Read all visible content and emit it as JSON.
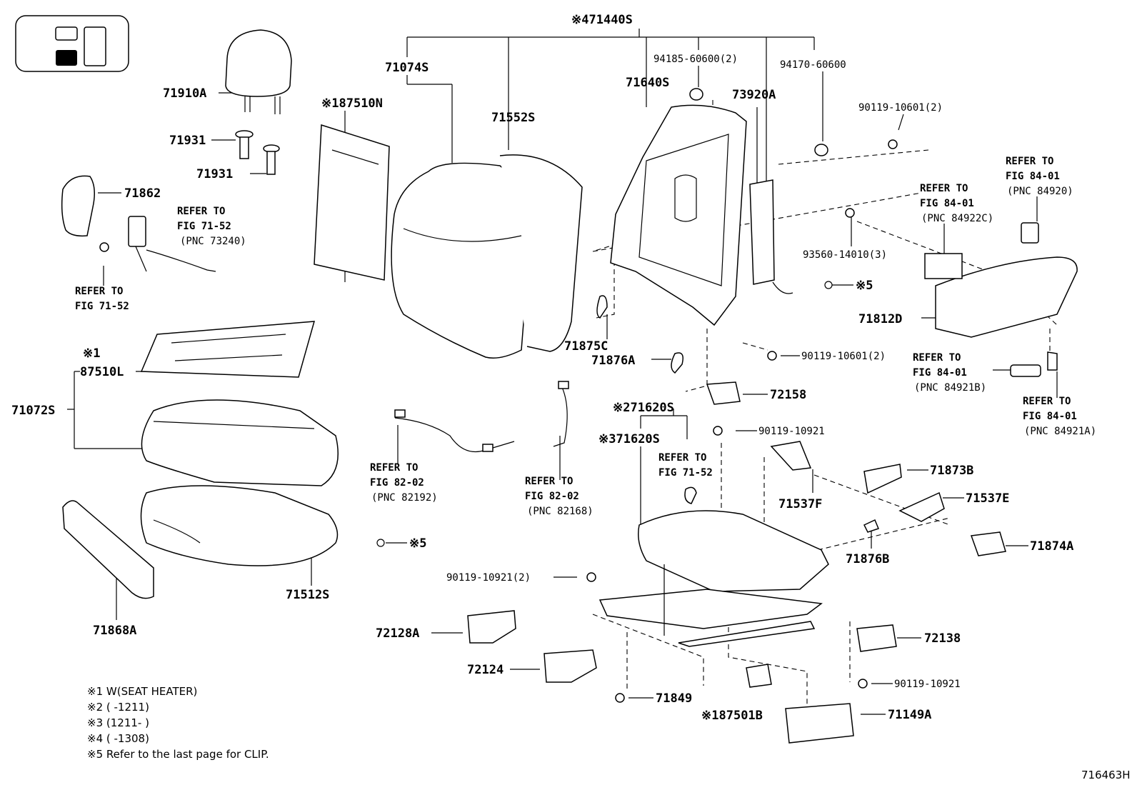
{
  "drawing_id": "716463H",
  "parts": {
    "p71440S": {
      "mark": "※4",
      "num": "71440S"
    },
    "p71074S": "71074S",
    "p87510N": {
      "mark": "※1",
      "num": "87510N"
    },
    "p71552S": "71552S",
    "p71640S": "71640S",
    "p73920A": "73920A",
    "p94185": "94185-60600(2)",
    "p94170": "94170-60600",
    "p90119_10601_top": "90119-10601(2)",
    "p71910A": "71910A",
    "p71931a": "71931",
    "p71931b": "71931",
    "p71862": "71862",
    "p93560": "93560-14010(3)",
    "p71812D": "71812D",
    "p71875C": "71875C",
    "p71876A": "71876A",
    "p90119_10601_mid": "90119-10601(2)",
    "p87510L": {
      "mark": "※1",
      "num": "87510L"
    },
    "p71072S": "71072S",
    "p72158": "72158",
    "p71620S_2": {
      "mark": "※2",
      "num": "71620S"
    },
    "p71620S_3": {
      "mark": "※3",
      "num": "71620S"
    },
    "p90119_10921_a": "90119-10921",
    "p71873B": "71873B",
    "p71537E": "71537E",
    "p71537F": "71537F",
    "p71874A": "71874A",
    "p71876B": "71876B",
    "p71512S": "71512S",
    "p71868A": "71868A",
    "p90119_10921_2": "90119-10921(2)",
    "p72128A": "72128A",
    "p72124": "72124",
    "p72138": "72138",
    "p90119_10921_b": "90119-10921",
    "p71849": "71849",
    "p87501B": {
      "mark": "※1",
      "num": "87501B"
    },
    "p71149A": "71149A",
    "clip5a": "※5",
    "clip5b": "※5"
  },
  "refs": {
    "r71_52_top": [
      "REFER TO",
      "FIG 71-52",
      "(PNC 73240)"
    ],
    "r71_52_left": [
      "REFER TO",
      "FIG 71-52"
    ],
    "r84_84920": [
      "REFER TO",
      "FIG 84-01",
      "(PNC 84920)"
    ],
    "r84_84922C": [
      "REFER TO",
      "FIG 84-01",
      "(PNC 84922C)"
    ],
    "r84_84921B": [
      "REFER TO",
      "FIG 84-01",
      "(PNC 84921B)"
    ],
    "r84_84921A": [
      "REFER TO",
      "FIG 84-01",
      "(PNC 84921A)"
    ],
    "r82_82192": [
      "REFER TO",
      "FIG 82-02",
      "(PNC 82192)"
    ],
    "r82_82168": [
      "REFER TO",
      "FIG 82-02",
      "(PNC 82168)"
    ],
    "r71_52_mid": [
      "REFER TO",
      "FIG 71-52"
    ]
  },
  "notes": [
    "※1  W(SEAT  HEATER)",
    "※2 (      -1211)",
    "※3 (1211-      )",
    "※4 (      -1308)",
    "※5  Refer to the last page for CLIP."
  ]
}
